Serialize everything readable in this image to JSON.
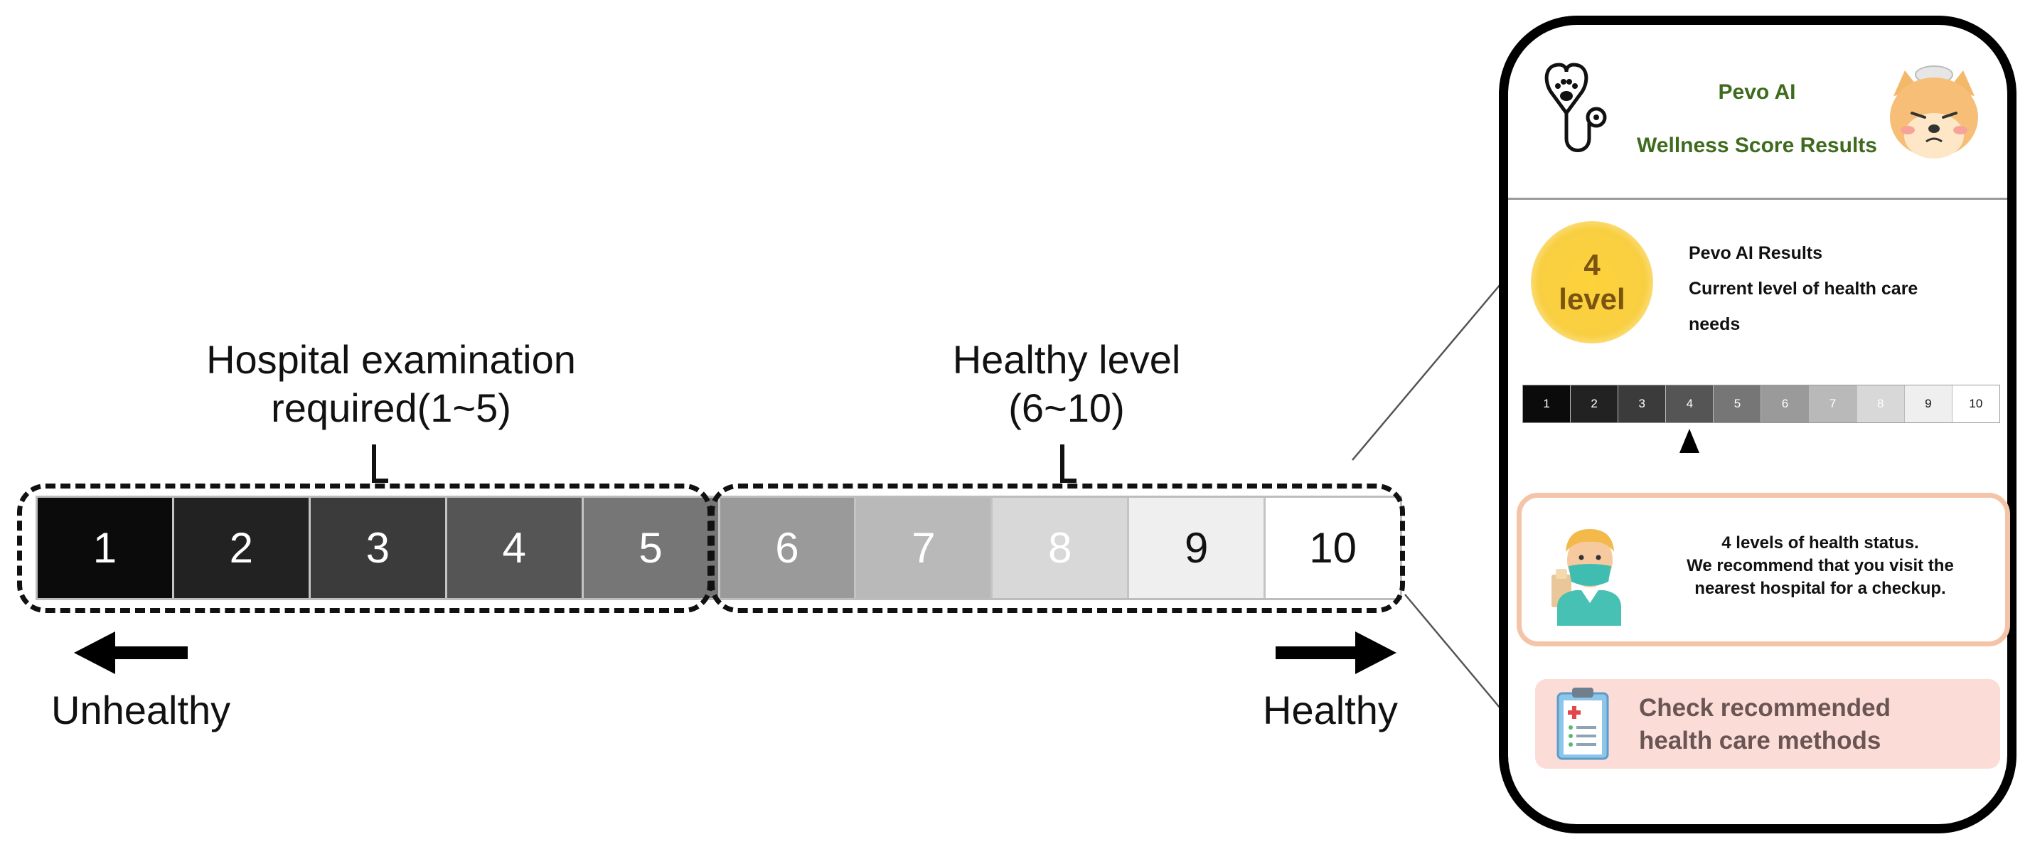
{
  "scale": {
    "cells": [
      {
        "label": "1",
        "bg": "#0b0b0b",
        "fg": "#ffffff"
      },
      {
        "label": "2",
        "bg": "#222222",
        "fg": "#ffffff"
      },
      {
        "label": "3",
        "bg": "#3b3b3b",
        "fg": "#ffffff"
      },
      {
        "label": "4",
        "bg": "#555555",
        "fg": "#ffffff"
      },
      {
        "label": "5",
        "bg": "#767676",
        "fg": "#ffffff"
      },
      {
        "label": "6",
        "bg": "#9a9a9a",
        "fg": "#ffffff"
      },
      {
        "label": "7",
        "bg": "#b9b9b9",
        "fg": "#ffffff"
      },
      {
        "label": "8",
        "bg": "#d8d8d8",
        "fg": "#ffffff"
      },
      {
        "label": "9",
        "bg": "#efefef",
        "fg": "#111111"
      },
      {
        "label": "10",
        "bg": "#ffffff",
        "fg": "#111111"
      }
    ],
    "group_left": {
      "line1": "Hospital examination",
      "line2": "required(1~5)"
    },
    "group_right": {
      "line1": "Healthy level",
      "line2": "(6~10)"
    },
    "left_caption": "Unhealthy",
    "right_caption": "Healthy"
  },
  "phone": {
    "title_line1": "Pevo AI",
    "title_line2": "Wellness Score Results",
    "level_number": "4",
    "level_word": "level",
    "results_title": "Pevo AI Results",
    "results_line2": "Current level of health care",
    "results_line3": "needs",
    "mini_scale": [
      "1",
      "2",
      "3",
      "4",
      "5",
      "6",
      "7",
      "8",
      "9",
      "10"
    ],
    "current_level": 4,
    "status_line1": "4 levels of health status.",
    "status_line2": "We recommend that you visit the",
    "status_line3": "nearest hospital for a checkup.",
    "check_line1": "Check recommended",
    "check_line2": "health care methods"
  },
  "colors": {
    "title_green": "#3e6b1d",
    "level_yellow": "#fdd23a",
    "card_border": "#f4c4a8",
    "button_pink": "#fcdcd6"
  },
  "icons": [
    "stethoscope-paw-icon",
    "sick-dog-icon",
    "masked-doctor-icon",
    "clipboard-medical-icon",
    "left-arrow-icon",
    "right-arrow-icon",
    "pointer-triangle-icon"
  ]
}
